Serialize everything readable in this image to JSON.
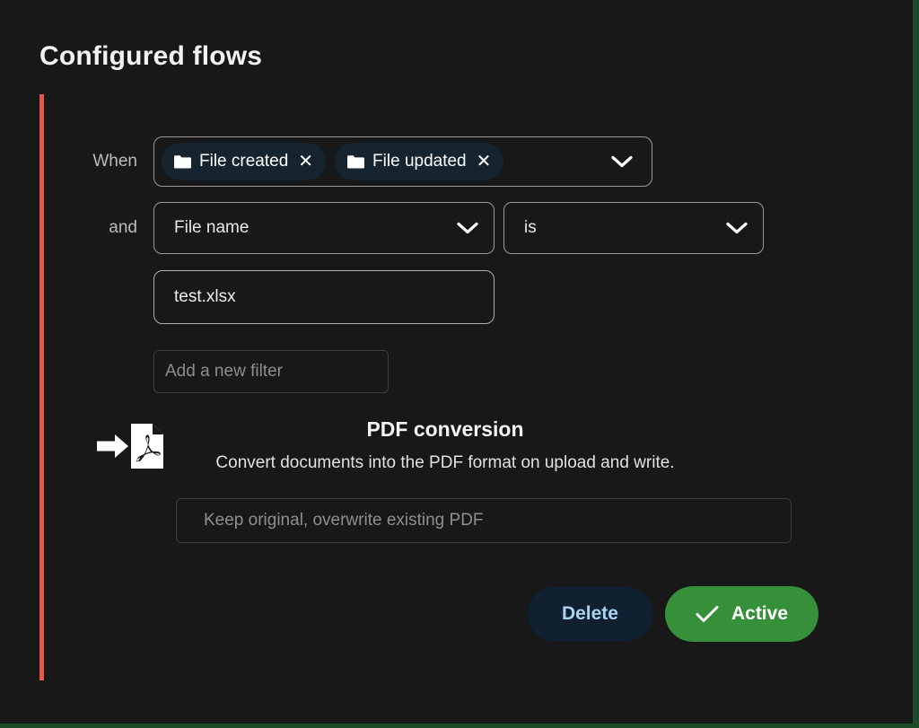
{
  "page": {
    "title": "Configured flows",
    "background": "#181818",
    "accent_bar_color": "#e2584b",
    "frame_color": "#1d4a28"
  },
  "flow": {
    "when": {
      "label": "When",
      "chips": [
        {
          "icon": "folder-icon",
          "label": "File created",
          "remove": "✕"
        },
        {
          "icon": "folder-icon",
          "label": "File updated",
          "remove": "✕"
        }
      ],
      "caret": "chevron-down-icon"
    },
    "condition": {
      "label": "and",
      "field": "File name",
      "operator": "is",
      "value": "test.xlsx"
    },
    "new_filter_placeholder": "Add a new filter",
    "action": {
      "icon": "pdf-conversion-icon",
      "title": "PDF conversion",
      "description": "Convert documents into the PDF format on upload and write.",
      "option_placeholder": "Keep original, overwrite existing PDF"
    },
    "buttons": {
      "delete": "Delete",
      "active": "Active",
      "active_color": "#36903a",
      "delete_color": "#102030",
      "delete_text_color": "#a8d4f0"
    }
  }
}
